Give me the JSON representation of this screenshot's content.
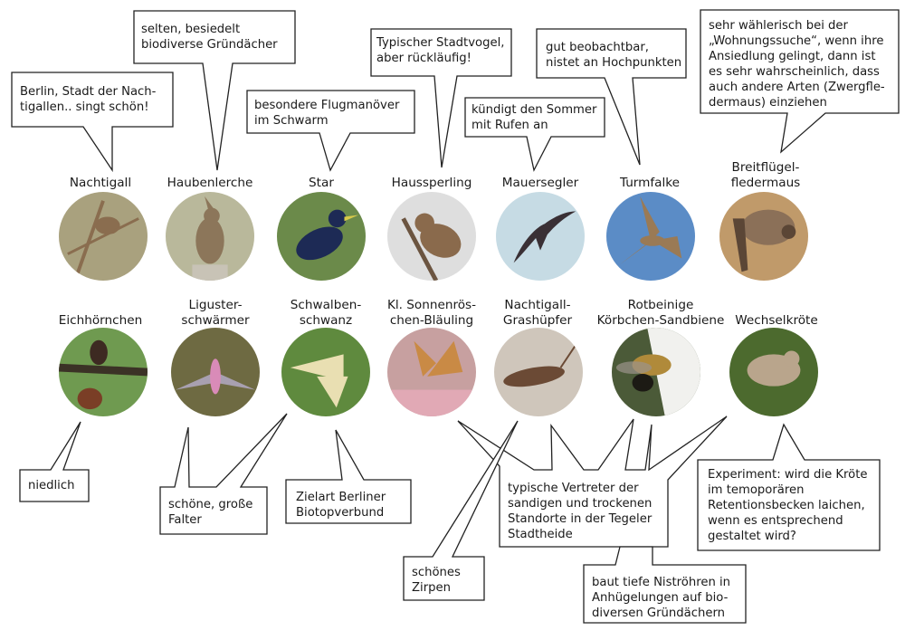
{
  "title": "Zielarten Stadtheide / Gründächer",
  "species": [
    {
      "id": "nachtigall",
      "label": "Nachtigall",
      "icon": "nightingale-icon",
      "bg": "#a9a17e",
      "fg": "#8a6d4f"
    },
    {
      "id": "haubenlerche",
      "label": "Haubenlerche",
      "icon": "crested-lark-icon",
      "bg": "#b9b89b",
      "fg": "#8c765a"
    },
    {
      "id": "star",
      "label": "Star",
      "icon": "starling-icon",
      "bg": "#6b8a4a",
      "fg": "#1d2a55"
    },
    {
      "id": "haussperling",
      "label": "Haussperling",
      "icon": "house-sparrow-icon",
      "bg": "#dedede",
      "fg": "#8a6a4c"
    },
    {
      "id": "mauersegler",
      "label": "Mauersegler",
      "icon": "swift-icon",
      "bg": "#c6dbe4",
      "fg": "#3a3035"
    },
    {
      "id": "turmfalke",
      "label": "Turmfalke",
      "icon": "kestrel-icon",
      "bg": "#5b8cc6",
      "fg": "#9a7a55"
    },
    {
      "id": "breitfluegelfledermaus",
      "label": "Breitflügel-\nfledermaus",
      "icon": "bat-icon",
      "bg": "#c09a6a",
      "fg": "#5b4636"
    },
    {
      "id": "eichhoernchen",
      "label": "Eichhörnchen",
      "icon": "squirrel-icon",
      "bg": "#6f9a50",
      "fg": "#5a2e1e"
    },
    {
      "id": "ligusterschwaermer",
      "label": "Liguster-\nschwärmer",
      "icon": "privet-hawk-moth-icon",
      "bg": "#6e6a42",
      "fg": "#cfb8c8"
    },
    {
      "id": "schwalbenschwanz",
      "label": "Schwalben-\nschwanz",
      "icon": "swallowtail-icon",
      "bg": "#5f8a3e",
      "fg": "#e9dfb2"
    },
    {
      "id": "sonnenroeschen-blaeuling",
      "label": "Kl. Sonnenrös-\nchen-Bläuling",
      "icon": "blue-butterfly-icon",
      "bg": "#c7a0a0",
      "fg": "#c98a45"
    },
    {
      "id": "nachtigall-grashuepfer",
      "label": "Nachtigall-\nGrashüpfer",
      "icon": "grasshopper-icon",
      "bg": "#cfc6bb",
      "fg": "#6b4a35"
    },
    {
      "id": "koerbchen-sandbiene",
      "label": "Rotbeinige\nKörbchen-Sandbiene",
      "icon": "sand-bee-icon",
      "bg": "#4b5a38",
      "fg": "#f1f1ee"
    },
    {
      "id": "wechselkroete",
      "label": "Wechselkröte",
      "icon": "toad-icon",
      "bg": "#4c6a2e",
      "fg": "#b9a58c"
    }
  ],
  "callouts": [
    {
      "id": "nachtigall-note",
      "text": "Berlin, Stadt der Nach-\ntigallen.. singt schön!"
    },
    {
      "id": "haubenlerche-note",
      "text": "selten, besiedelt\nbiodiverse Gründächer"
    },
    {
      "id": "star-note",
      "text": "besondere Flugmanöver\nim Schwarm"
    },
    {
      "id": "haussperling-note",
      "text": "Typischer Stadtvogel,\naber rückläufig!"
    },
    {
      "id": "mauersegler-note",
      "text": "kündigt den Sommer\nmit Rufen an"
    },
    {
      "id": "turmfalke-note",
      "text": "gut beobachtbar,\nnistet an Hochpunkten"
    },
    {
      "id": "fledermaus-note",
      "text": "sehr wählerisch bei der\n„Wohnungssuche“, wenn ihre\nAnsiedlung gelingt, dann ist\nes sehr wahrscheinlich, dass\nauch andere Arten (Zwergfle-\ndermaus) einziehen"
    },
    {
      "id": "eichhoernchen-note",
      "text": "niedlich"
    },
    {
      "id": "falter-note",
      "text": "schöne, große\nFalter"
    },
    {
      "id": "schwalbenschwanz-note",
      "text": "Zielart Berliner\nBiotopverbund"
    },
    {
      "id": "grashuepfer-note",
      "text": "schönes\nZirpen"
    },
    {
      "id": "stadtheide-note",
      "text": "typische Vertreter der\nsandigen und trockenen\nStandorte in der Tegeler\nStadtheide"
    },
    {
      "id": "sandbiene-note",
      "text": "baut tiefe Niströhren in\nAnhügelungen auf bio-\ndiversen Gründächern"
    },
    {
      "id": "kroete-note",
      "text": "Experiment: wird die Kröte\nim temoporären\nRetentionsbecken laichen,\nwenn es entsprechend\ngestaltet wird?"
    }
  ]
}
